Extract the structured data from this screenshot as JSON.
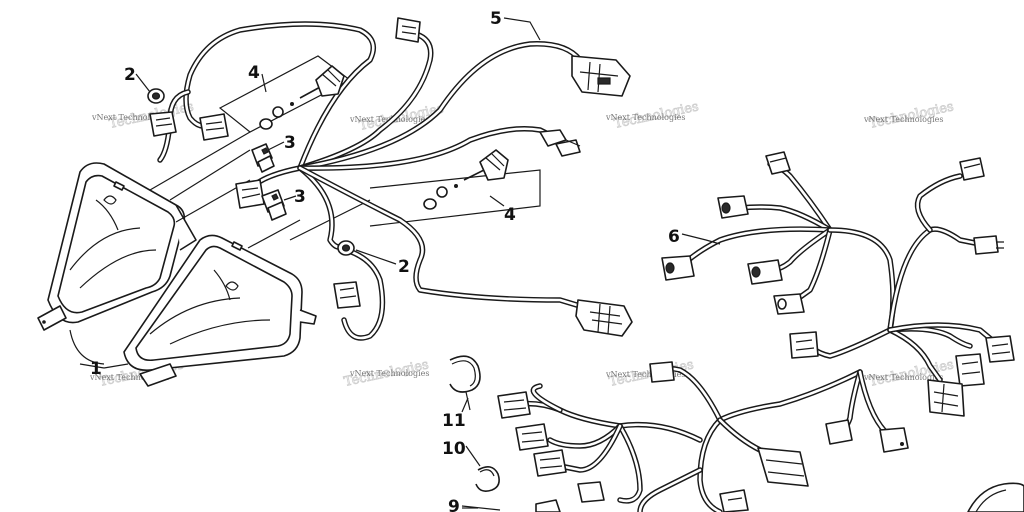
{
  "callouts": {
    "c1": "1",
    "c2a": "2",
    "c2b": "2",
    "c3a": "3",
    "c3b": "3",
    "c4a": "4",
    "c4b": "4",
    "c5": "5",
    "c6": "6",
    "c9": "9",
    "c10": "10",
    "c11": "11"
  },
  "watermarks": {
    "w1": "vNext Technologies",
    "w2": "vNext Technologies",
    "w3": "vNext Technologies",
    "w4": "vNext Technologies",
    "w5": "vNext Technologies",
    "w6": "vNext Technologies",
    "w7": "vNext Technologies",
    "w8": "vNext Technologies"
  }
}
